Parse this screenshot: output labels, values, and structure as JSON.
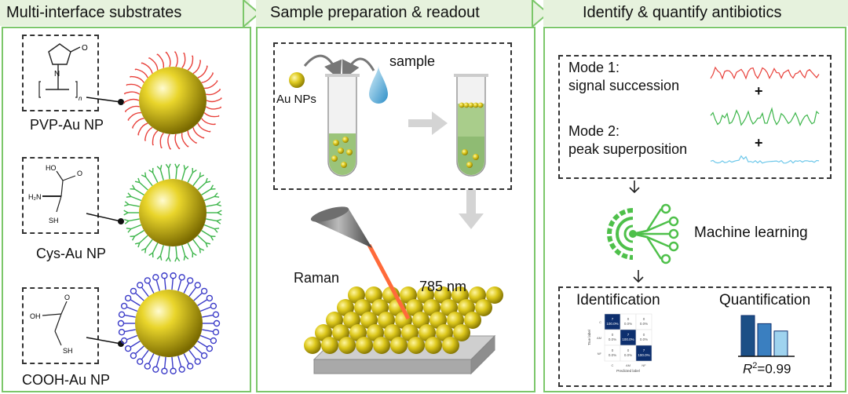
{
  "headers": {
    "col1": "Multi-interface substrates",
    "col2": "Sample preparation & readout",
    "col3": "Identify & quantify antibiotics"
  },
  "substrates": [
    {
      "label": "PVP-Au NP",
      "color": "#e8403a"
    },
    {
      "label": "Cys-Au NP",
      "color": "#3cb54a"
    },
    {
      "label": "COOH-Au NP",
      "color": "#3a3ac8"
    }
  ],
  "molecules": {
    "cys_oh": "HO",
    "cys_o": "O",
    "cys_nh2": "H₂N",
    "cys_sh": "SH",
    "cooh_oh": "OH",
    "cooh_o": "O",
    "cooh_sh": "SH",
    "pvp_o": "O",
    "pvp_n": "N",
    "pvp_sub": "n"
  },
  "prep": {
    "aunps": "Au NPs",
    "sample": "sample",
    "raman": "Raman",
    "wavelength": "785 nm"
  },
  "analysis": {
    "mode1_title": "Mode 1:",
    "mode1_desc": "signal succession",
    "mode2_title": "Mode 2:",
    "mode2_desc": "peak superposition",
    "plus": "+",
    "ml": "Machine learning",
    "identification": "Identification",
    "quantification": "Quantification",
    "r2_prefix": "R",
    "r2_sup": "2",
    "r2_value": "=0.99",
    "spectra_colors": [
      "#e8403a",
      "#3cb54a",
      "#6ec8ea"
    ],
    "ml_color": "#4ec04a",
    "bar_colors": [
      "#1c4f86",
      "#3a7fc0",
      "#9fd3ef"
    ],
    "bar_values": [
      1.0,
      0.8,
      0.62
    ]
  },
  "confusion_matrix": {
    "cells": [
      [
        "7\n100.0%",
        "0\n0.0%",
        "0\n0.0%"
      ],
      [
        "0\n0.0%",
        "7\n100.0%",
        "0\n0.0%"
      ],
      [
        "0\n0.0%",
        "0\n0.0%",
        "7\n100.0%"
      ]
    ],
    "row_labels": [
      "C",
      "AM",
      "NF"
    ],
    "col_labels": [
      "C",
      "AM",
      "NF"
    ],
    "xlabel": "Predicted label",
    "ylabel": "True label"
  }
}
